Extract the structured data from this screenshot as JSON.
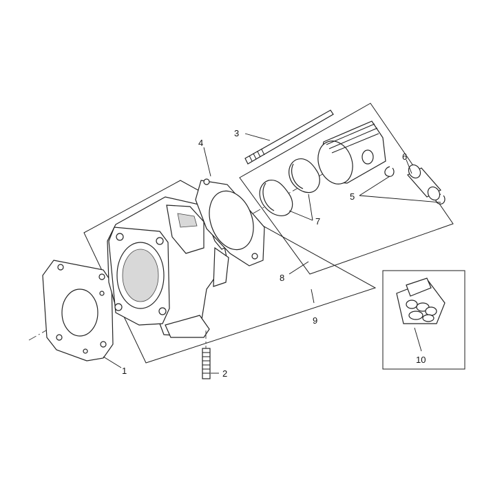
{
  "callouts": {
    "c1": "1",
    "c2": "2",
    "c3": "3",
    "c4": "4",
    "c5": "5",
    "c6": "6",
    "c7": "7",
    "c8": "8",
    "c9": "9",
    "c10": "10"
  },
  "colors": {
    "line": "#1a1a1a",
    "shade": "#d8d8d8",
    "background": "#ffffff"
  }
}
